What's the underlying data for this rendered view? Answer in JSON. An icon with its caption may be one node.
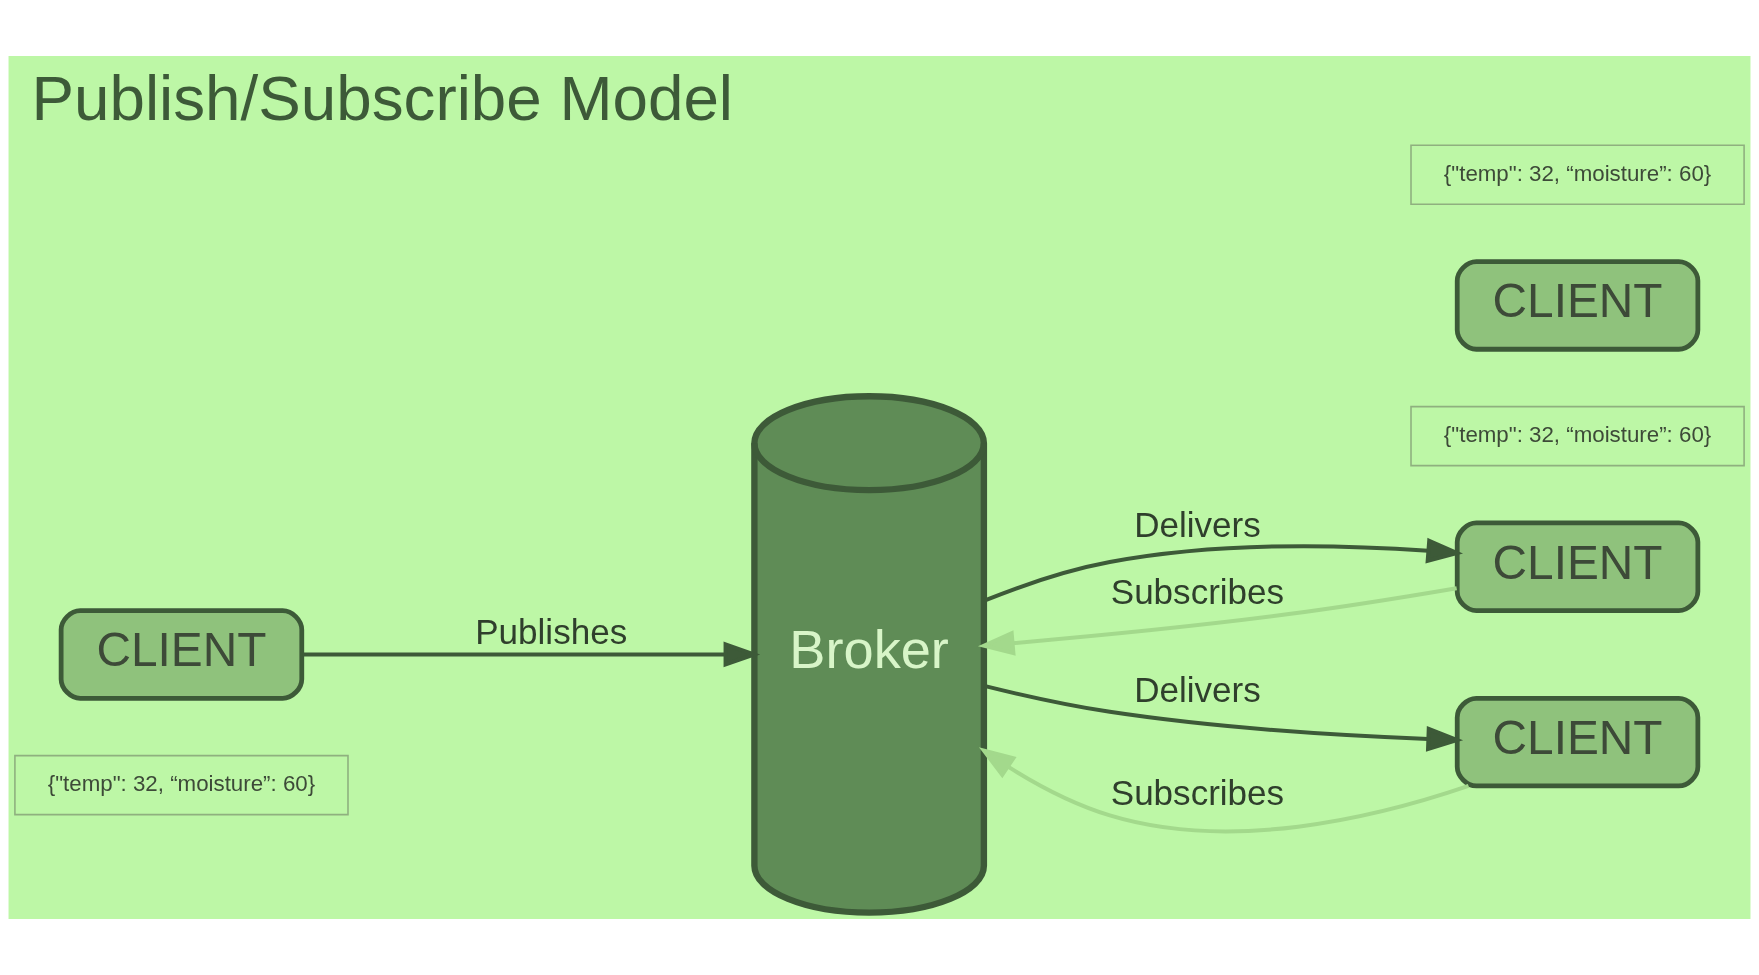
{
  "diagram": {
    "title": "Publish/Subscribe Model",
    "nodes": [
      {
        "text": [
          "CLIENT"
        ]
      },
      {
        "text": [
          "Broker"
        ]
      },
      {
        "text": [
          "CLIENT"
        ]
      },
      {
        "text": [
          "CLIENT"
        ]
      },
      {
        "text": [
          "CLIENT"
        ]
      },
      {
        "text": [
          "{\"temp\": 32, “moisture”: 60}"
        ]
      },
      {
        "text": [
          "{\"temp\": 32, “moisture”: 60}"
        ]
      },
      {
        "text": [
          "{\"temp\": 32, “moisture”: 60}"
        ]
      }
    ],
    "edges": [
      {
        "from": 0,
        "to": 1,
        "arrow": "to",
        "label": "Publishes"
      },
      {
        "from": 2,
        "to": 1,
        "arrow": "to",
        "label": "Subscribes",
        "color": "#a3d98c"
      },
      {
        "from": 1,
        "to": 2,
        "arrow": "to",
        "label": "Delivers"
      },
      {
        "from": 1,
        "to": 4,
        "arrow": "to",
        "label": "Delivers"
      },
      {
        "from": 4,
        "to": 1,
        "arrow": "to",
        "label": "Subscribes",
        "color": "#a3d98c"
      }
    ]
  }
}
